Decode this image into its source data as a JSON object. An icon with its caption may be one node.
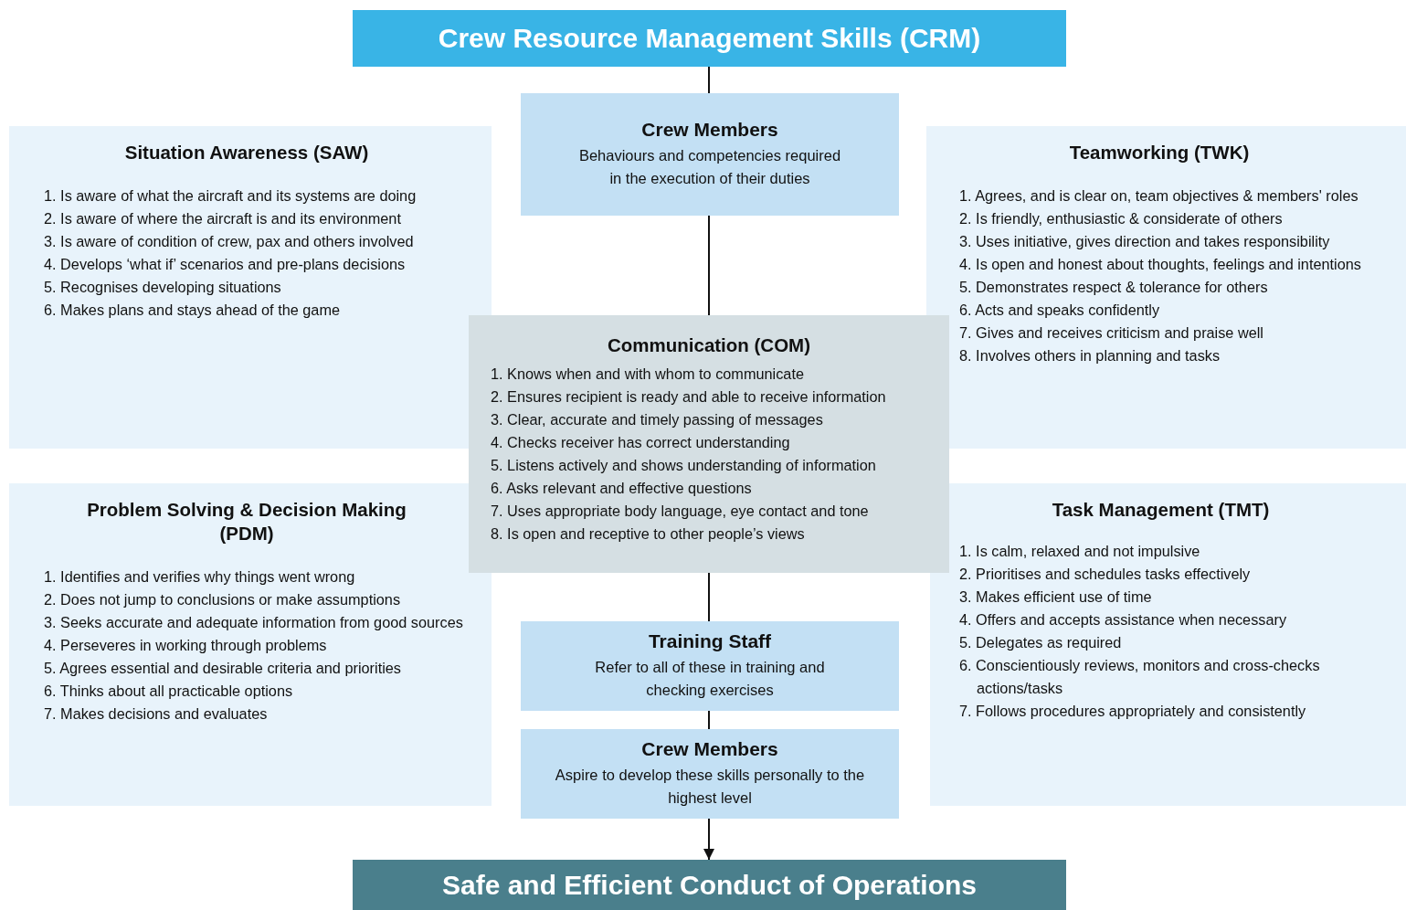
{
  "diagram": {
    "nodes": [
      {
        "text": [
          "Crew Resource Management Skills (CRM)"
        ]
      },
      {
        "text": [
          "Crew Members",
          "Behaviours and competencies required in the execution of their duties"
        ]
      },
      {
        "text": [
          "Situation Awareness  (SAW)",
          "1. Is aware of what the aircraft and its systems are doing",
          "2. Is aware of where the aircraft is and its environment",
          "3. Is aware of condition of crew, pax and others involved",
          "4. Develops ‘what if’ scenarios and pre-plans decisions",
          "5. Recognises developing situations",
          "6. Makes plans and stays ahead of the game"
        ]
      },
      {
        "text": [
          "Teamworking (TWK)",
          "1. Agrees, and is clear on, team objectives & members' roles",
          "2. Is friendly, enthusiastic & considerate of others",
          "3. Uses initiative, gives direction and takes responsibility",
          "4. Is open and honest about thoughts, feelings and intentions",
          "5. Demonstrates respect & tolerance for others",
          "6. Acts and speaks confidently",
          "7. Gives and receives criticism and praise well",
          "8. Involves others in planning and tasks"
        ]
      },
      {
        "text": [
          "Communication (COM)",
          "1. Knows when and with whom to communicate",
          "2. Ensures recipient is ready and able to receive information",
          "3. Clear, accurate and timely passing of messages",
          "4. Checks receiver has correct understanding",
          "5. Listens actively and shows understanding of information",
          "6. Asks relevant and effective questions",
          "7. Uses appropriate body language, eye contact and tone",
          "8. Is open and receptive to other people’s views"
        ]
      },
      {
        "text": [
          "Problem Solving & Decision Making (PDM)",
          "1. Identifies and verifies why things went wrong",
          "2. Does not jump to conclusions or make assumptions",
          "3. Seeks accurate and adequate information from good sources",
          "4. Perseveres in working through problems",
          "5. Agrees essential and desirable criteria and priorities",
          "6. Thinks about all practicable options",
          "7. Makes decisions and evaluates"
        ]
      },
      {
        "text": [
          "Task Management (TMT)",
          "1. Is calm, relaxed and not impulsive",
          "2. Prioritises and schedules tasks effectively",
          "3. Makes efficient use of time",
          "4. Offers and accepts assistance when necessary",
          "5. Delegates as required",
          "6. Conscientiously reviews, monitors and cross-checks actions/tasks",
          "7. Follows procedures appropriately and consistently"
        ]
      },
      {
        "text": [
          "Training Staff",
          "Refer to all of these in training and checking exercises"
        ]
      },
      {
        "text": [
          "Crew Members",
          "Aspire to develop these skills personally to the highest level"
        ]
      },
      {
        "text": [
          "Safe and Efficient Conduct of Operations"
        ]
      }
    ],
    "edges": [
      {
        "from": 0,
        "to": 1,
        "arrow": "none"
      },
      {
        "from": 1,
        "to": 4,
        "arrow": "none"
      },
      {
        "from": 4,
        "to": 7,
        "arrow": "none"
      },
      {
        "from": 7,
        "to": 8,
        "arrow": "none"
      },
      {
        "from": 8,
        "to": 9,
        "arrow": "to"
      }
    ]
  }
}
